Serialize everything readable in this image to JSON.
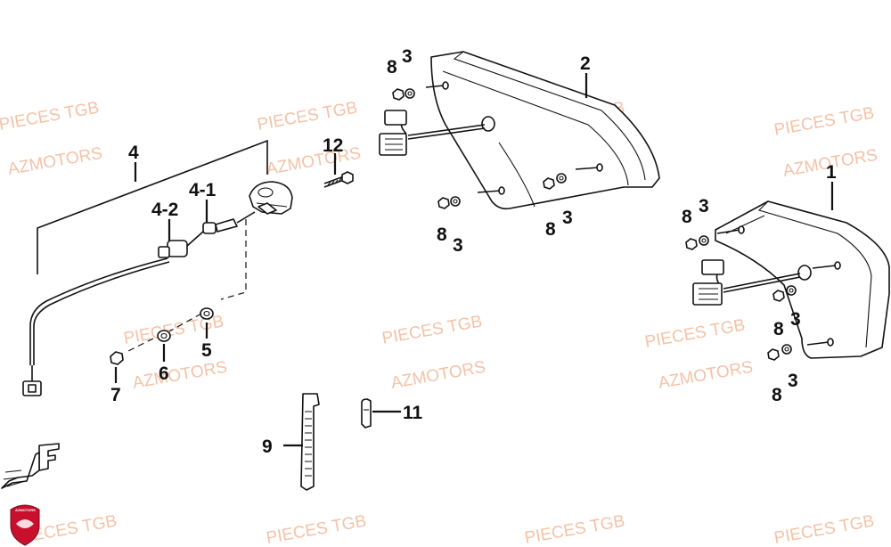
{
  "watermarks": {
    "brand": "PIECES TGB",
    "dealer": "AZMOTORS"
  },
  "callouts": {
    "c1": "1",
    "c2": "2",
    "c3": "3",
    "c4": "4",
    "c4_1": "4-1",
    "c4_2": "4-2",
    "c5": "5",
    "c6": "6",
    "c7": "7",
    "c8": "8",
    "c9": "9",
    "c11": "11",
    "c12": "12"
  },
  "logo": {
    "text": "AZMOTORS",
    "color": "#c8102e"
  },
  "icons": {
    "front_arrow": "front-arrow-icon",
    "shield": "shield-logo-icon"
  }
}
